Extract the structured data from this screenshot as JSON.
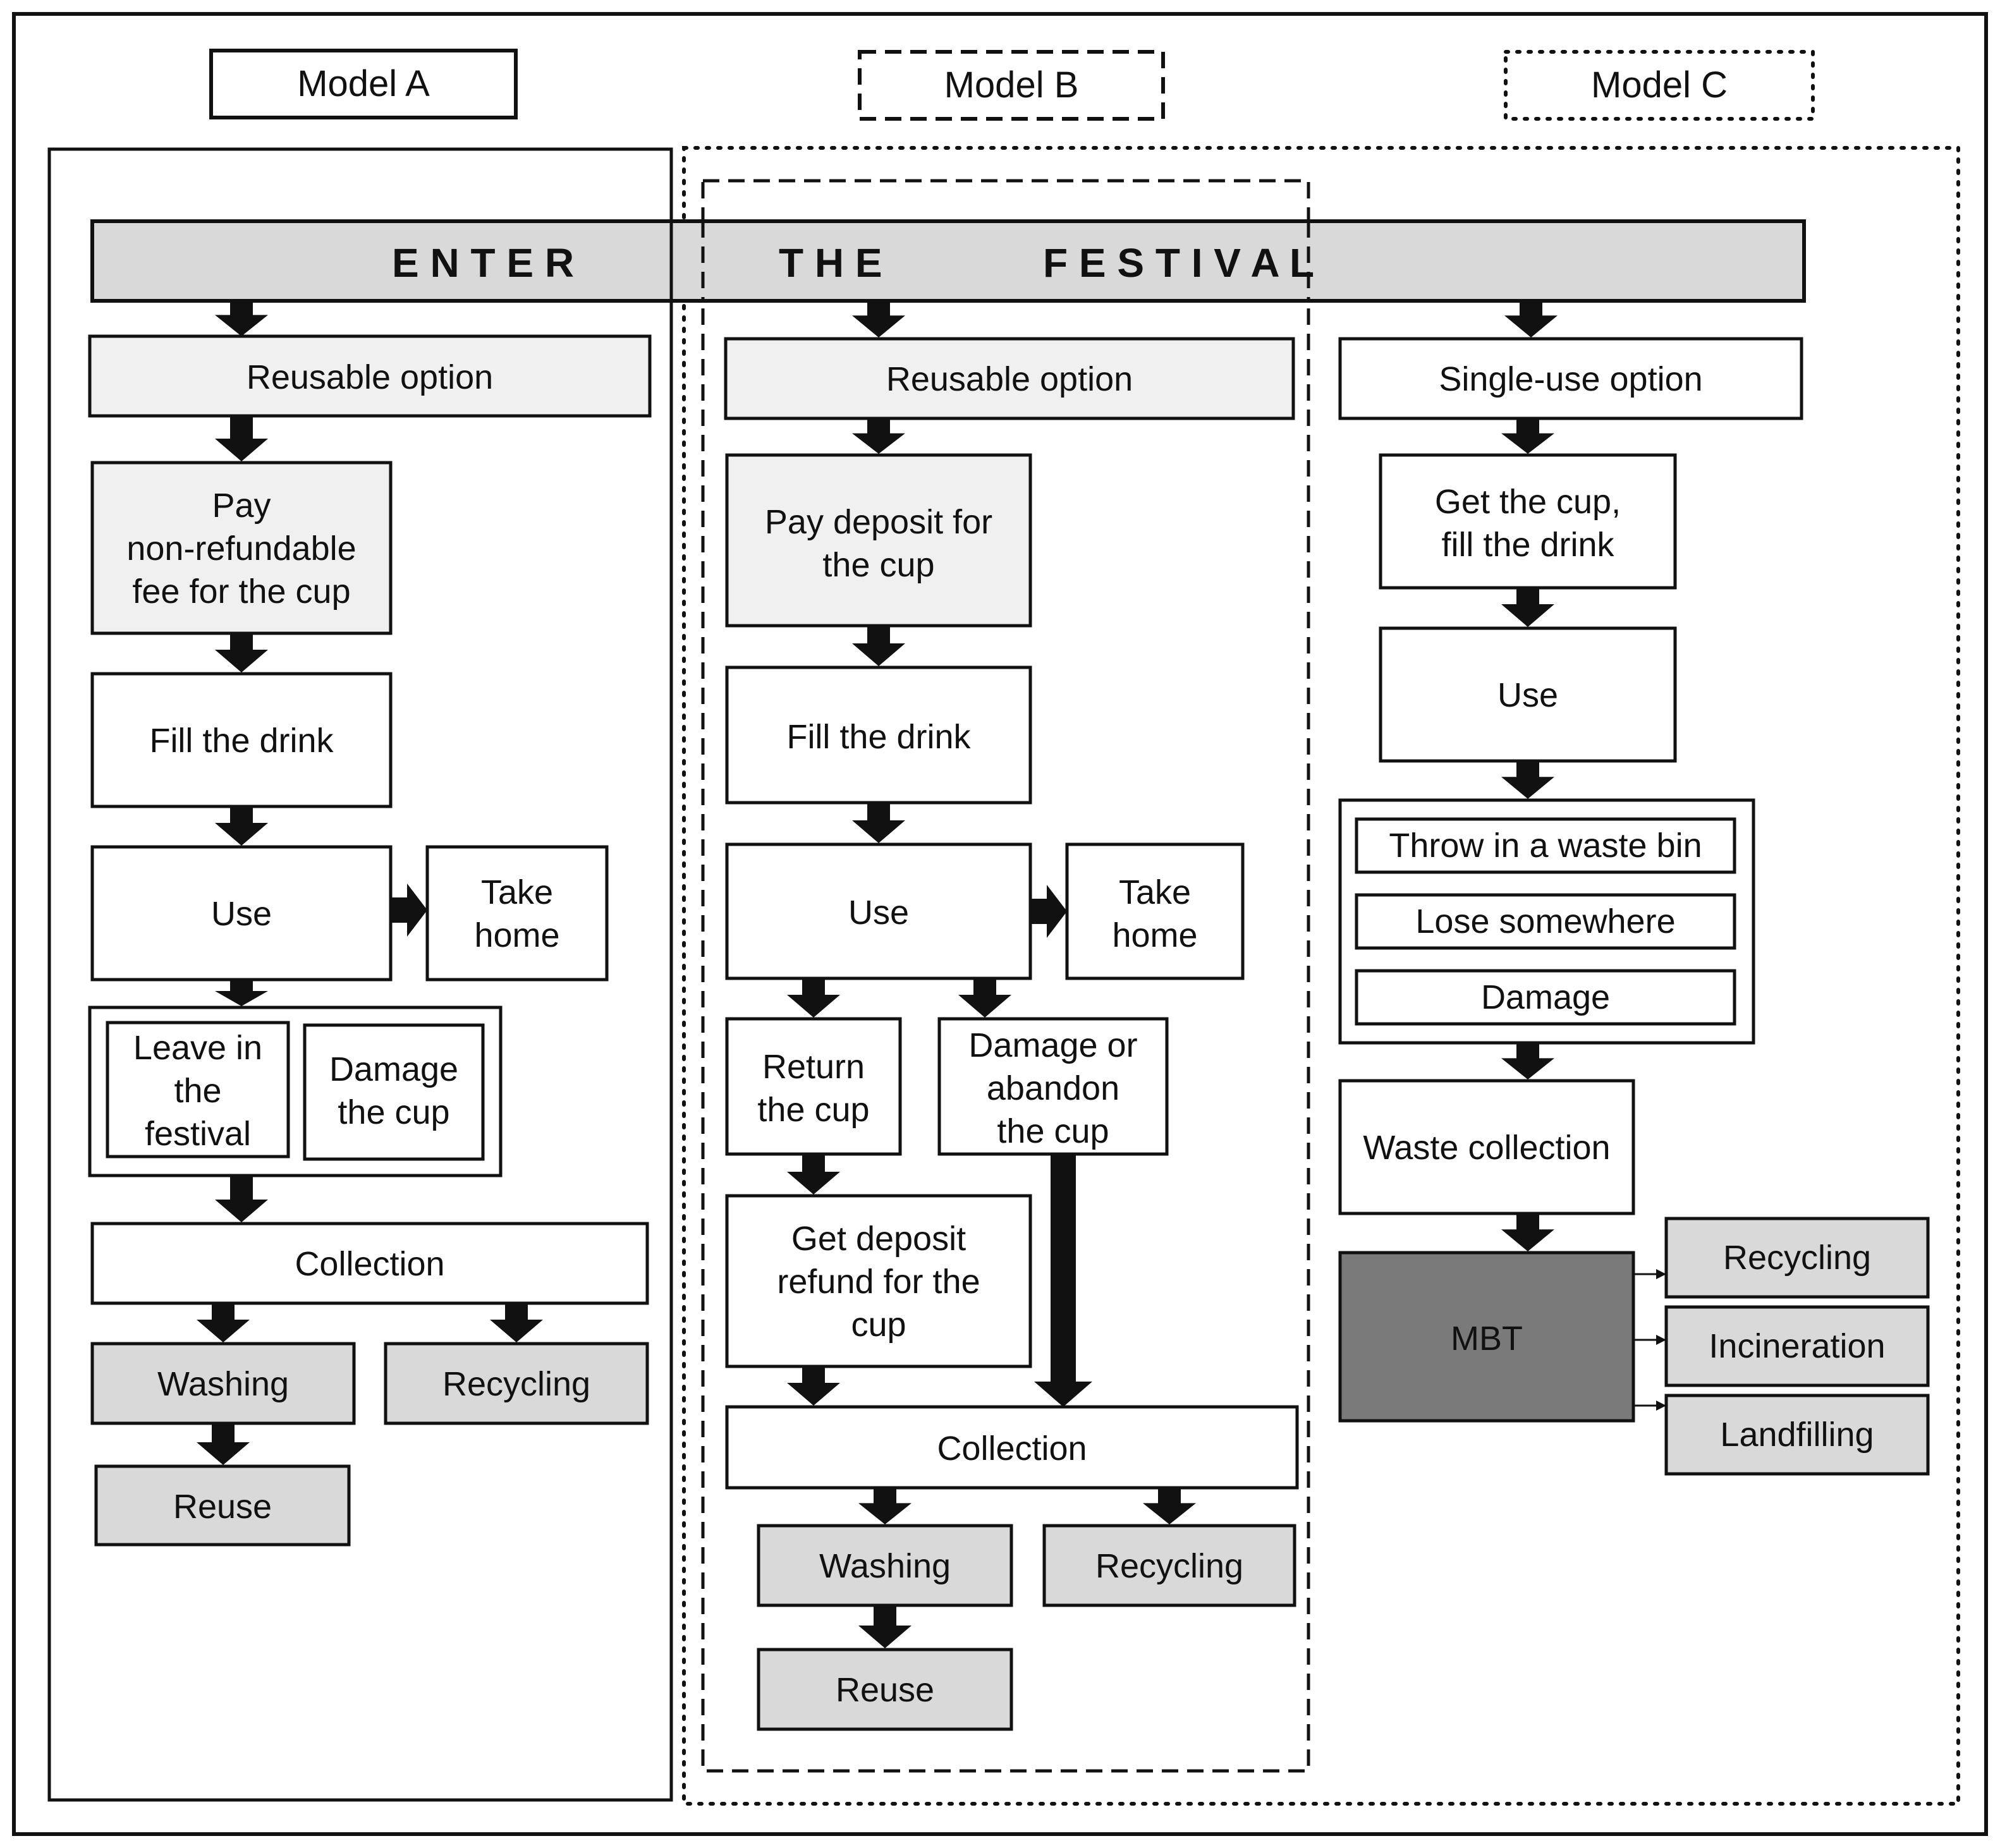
{
  "colors": {
    "light_fill": "#f0f0f0",
    "mid_fill": "#d9d9d9",
    "dark_fill": "#7a7a7a",
    "stroke": "#111111"
  },
  "models": {
    "a": "Model A",
    "b": "Model B",
    "c": "Model C"
  },
  "banner": {
    "w1": "E N T E R",
    "w2": "T H E",
    "w3": "F E S T I V A L"
  },
  "model_a": {
    "option": "Reusable option",
    "pay": [
      "Pay",
      "non-refundable",
      "fee for the cup"
    ],
    "fill": "Fill the drink",
    "use": "Use",
    "take_home": [
      "Take",
      "home"
    ],
    "leave": [
      "Leave in",
      "the",
      "festival"
    ],
    "damage": [
      "Damage",
      "the cup"
    ],
    "collection": "Collection",
    "washing": "Washing",
    "recycling": "Recycling",
    "reuse": "Reuse"
  },
  "model_b": {
    "option": "Reusable option",
    "pay": [
      "Pay deposit for",
      "the cup"
    ],
    "fill": "Fill the drink",
    "use": "Use",
    "take_home": [
      "Take",
      "home"
    ],
    "return_cup": [
      "Return",
      "the cup"
    ],
    "damage": [
      "Damage or",
      "abandon",
      "the cup"
    ],
    "refund": [
      "Get deposit",
      "refund for the",
      "cup"
    ],
    "collection": "Collection",
    "washing": "Washing",
    "recycling": "Recycling",
    "reuse": "Reuse"
  },
  "model_c": {
    "option": "Single-use option",
    "get_cup": [
      "Get the cup,",
      "fill the drink"
    ],
    "use": "Use",
    "throw": "Throw in a waste bin",
    "lose": "Lose somewhere",
    "damage": "Damage",
    "waste_collection": "Waste collection",
    "mbt": "MBT",
    "recycling": "Recycling",
    "incineration": "Incineration",
    "landfilling": "Landfilling"
  }
}
